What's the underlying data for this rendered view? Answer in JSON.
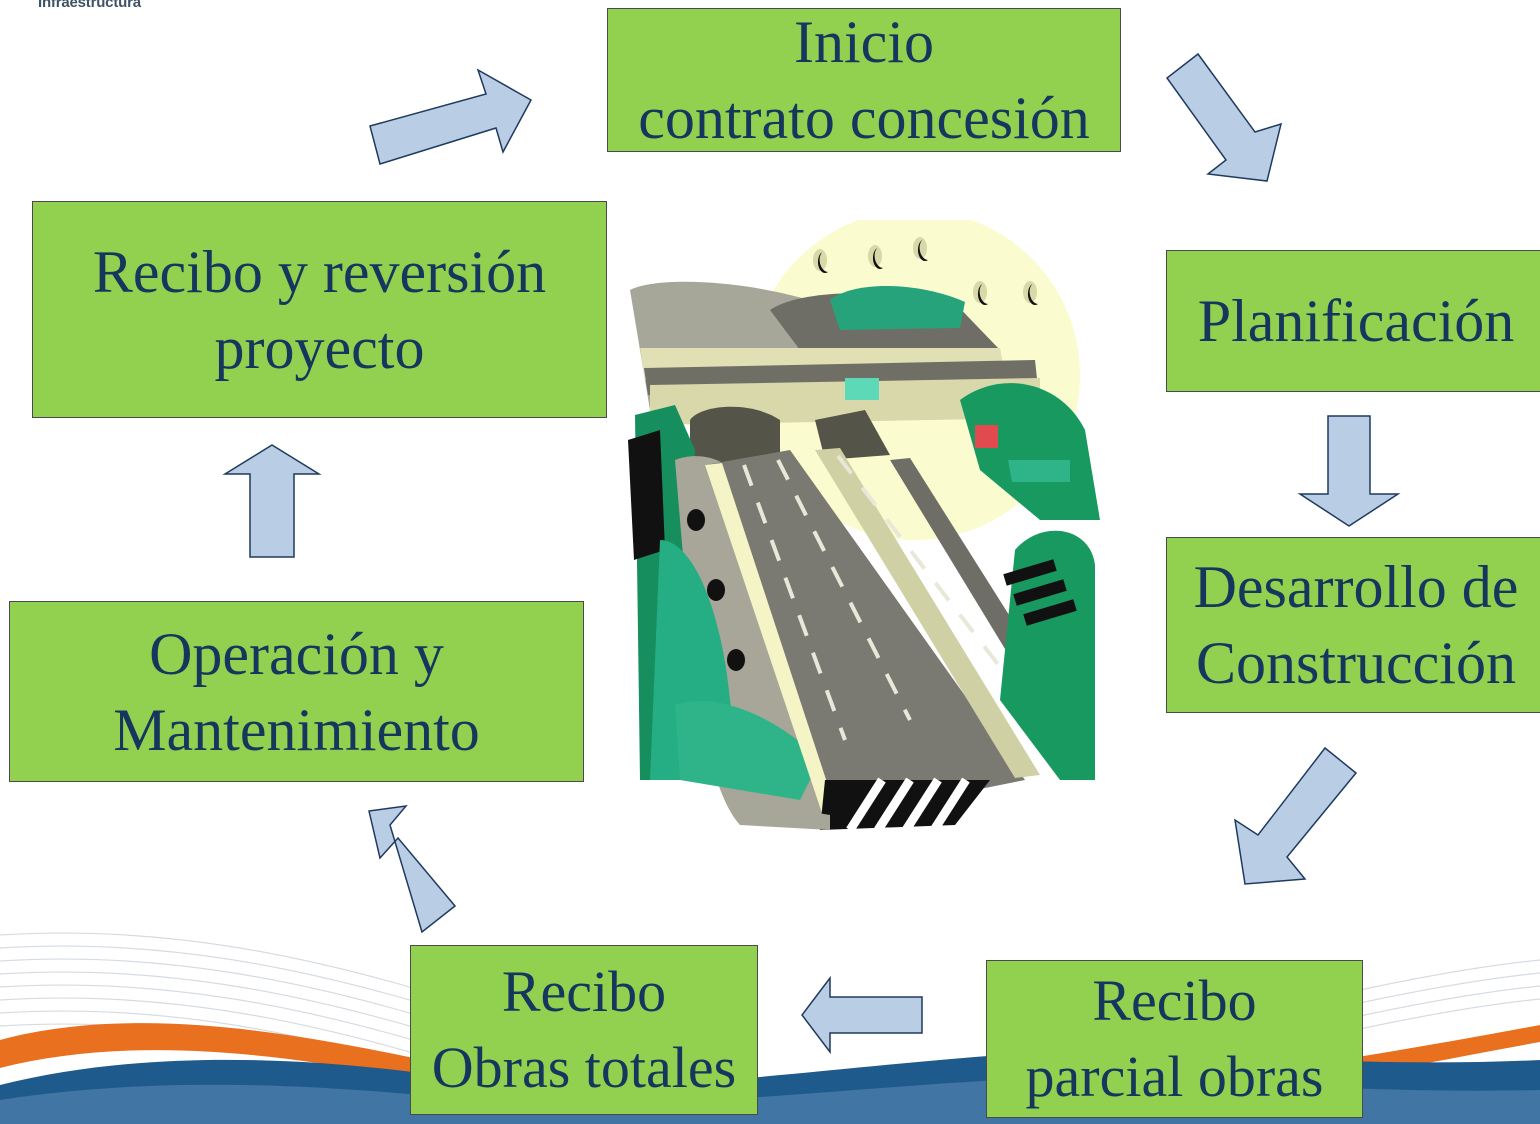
{
  "header": {
    "label": "Infraestructura"
  },
  "colors": {
    "box_fill": "#92d050",
    "box_border": "#4a4a4a",
    "text": "#17365d",
    "arrow_fill": "#b9cde5",
    "arrow_stroke": "#1f3a5f",
    "wave_orange": "#e8701f",
    "wave_blue": "#1f5a8c"
  },
  "cycle": {
    "inicio": {
      "line1": "Inicio",
      "line2": "contrato concesión"
    },
    "planificacion": {
      "line1": "Planificación"
    },
    "desarrollo": {
      "line1": "Desarrollo de",
      "line2": "Construcción"
    },
    "recibo_parcial": {
      "line1": "Recibo",
      "line2": "parcial obras"
    },
    "recibo_total": {
      "line1": "Recibo",
      "line2": "Obras totales"
    },
    "operacion": {
      "line1": "Operación y",
      "line2": "Mantenimiento"
    },
    "reversion": {
      "line1": "Recibo y reversión",
      "line2": "proyecto"
    }
  },
  "illustration": {
    "icon": "highway-clipart"
  }
}
